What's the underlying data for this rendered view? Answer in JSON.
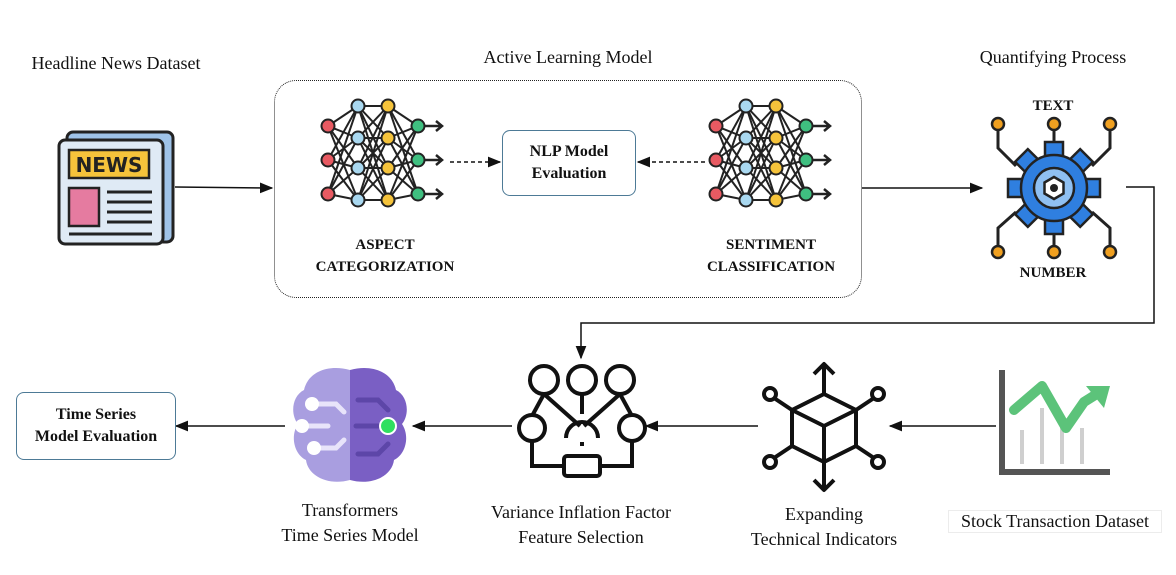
{
  "labels": {
    "headline_dataset": "Headline News Dataset",
    "active_learning": "Active Learning Model",
    "quantifying": "Quantifying Process",
    "aspect_line1": "ASPECT",
    "aspect_line2": "CATEGORIZATION",
    "sentiment_line1": "SENTIMENT",
    "sentiment_line2": "CLASSIFICATION",
    "text": "TEXT",
    "number": "NUMBER",
    "nlp_line1": "NLP Model",
    "nlp_line2": "Evaluation",
    "ts_eval_line1": "Time Series",
    "ts_eval_line2": "Model Evaluation",
    "transformers_line1": "Transformers",
    "transformers_line2": "Time Series Model",
    "vif_line1": "Variance Inflation Factor",
    "vif_line2": "Feature Selection",
    "expanding_line1": "Expanding",
    "expanding_line2": "Technical Indicators",
    "stock_dataset": "Stock Transaction Dataset",
    "news_icon_text": "NEWS"
  },
  "icons": {
    "news": "newspaper-icon",
    "neural_net": "neural-network-icon",
    "gear": "gear-circuit-icon",
    "brain": "brain-ai-icon",
    "network": "feature-network-icon",
    "cube": "expanding-cube-icon",
    "chart": "stock-chart-icon"
  },
  "colors": {
    "box_border": "#4d7a96",
    "nn_red": "#e85a62",
    "nn_green": "#3fbf80",
    "nn_blue": "#a9d8f0",
    "nn_yellow": "#f5c33b",
    "gear_blue": "#2f7fe0",
    "gear_orange": "#f0a020",
    "brain_purple": "#7a5fc4",
    "brain_light": "#a99ee0",
    "chart_green": "#5cc37a"
  }
}
